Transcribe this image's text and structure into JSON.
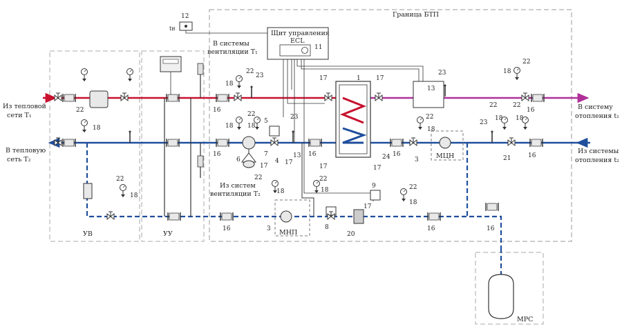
{
  "labels": {
    "btp_boundary": "Граница БТП",
    "control_panel_1": "Щит управления",
    "control_panel_2": "ECL",
    "from_network_1": "Из тепловой",
    "from_network_2": "сети T₁",
    "to_network_1": "В тепловую",
    "to_network_2": "сеть T₂",
    "to_heating_1": "В систему",
    "to_heating_2": "отопления t₁",
    "from_heating_1": "Из системы",
    "from_heating_2": "отопления t₂",
    "to_vent_1": "В системы",
    "to_vent_2": "вентиляции T₁",
    "from_vent_1": "Из систем",
    "from_vent_2": "вентиляции T₂",
    "outdoor_sensor": "tн",
    "uv": "УВ",
    "uu": "УУ",
    "mnp": "МНП",
    "mcn": "МЦН",
    "mrs": "МРС"
  },
  "numbers": {
    "n1": "1",
    "n3a": "3",
    "n3b": "3",
    "n4": "4",
    "n5": "5",
    "n6": "6",
    "n7": "7",
    "n8": "8",
    "n9": "9",
    "n11": "11",
    "n12": "12",
    "n13a": "13",
    "n13b": "13",
    "n16": "16",
    "n17": "17",
    "n18": "18",
    "n20": "20",
    "n21": "21",
    "n22": "22",
    "n23": "23",
    "n24": "24"
  },
  "colors": {
    "supply": "#c8102e",
    "return": "#1f4e9c",
    "heating_supply": "#b0309a",
    "boundary": "#999999",
    "line": "#333333"
  }
}
